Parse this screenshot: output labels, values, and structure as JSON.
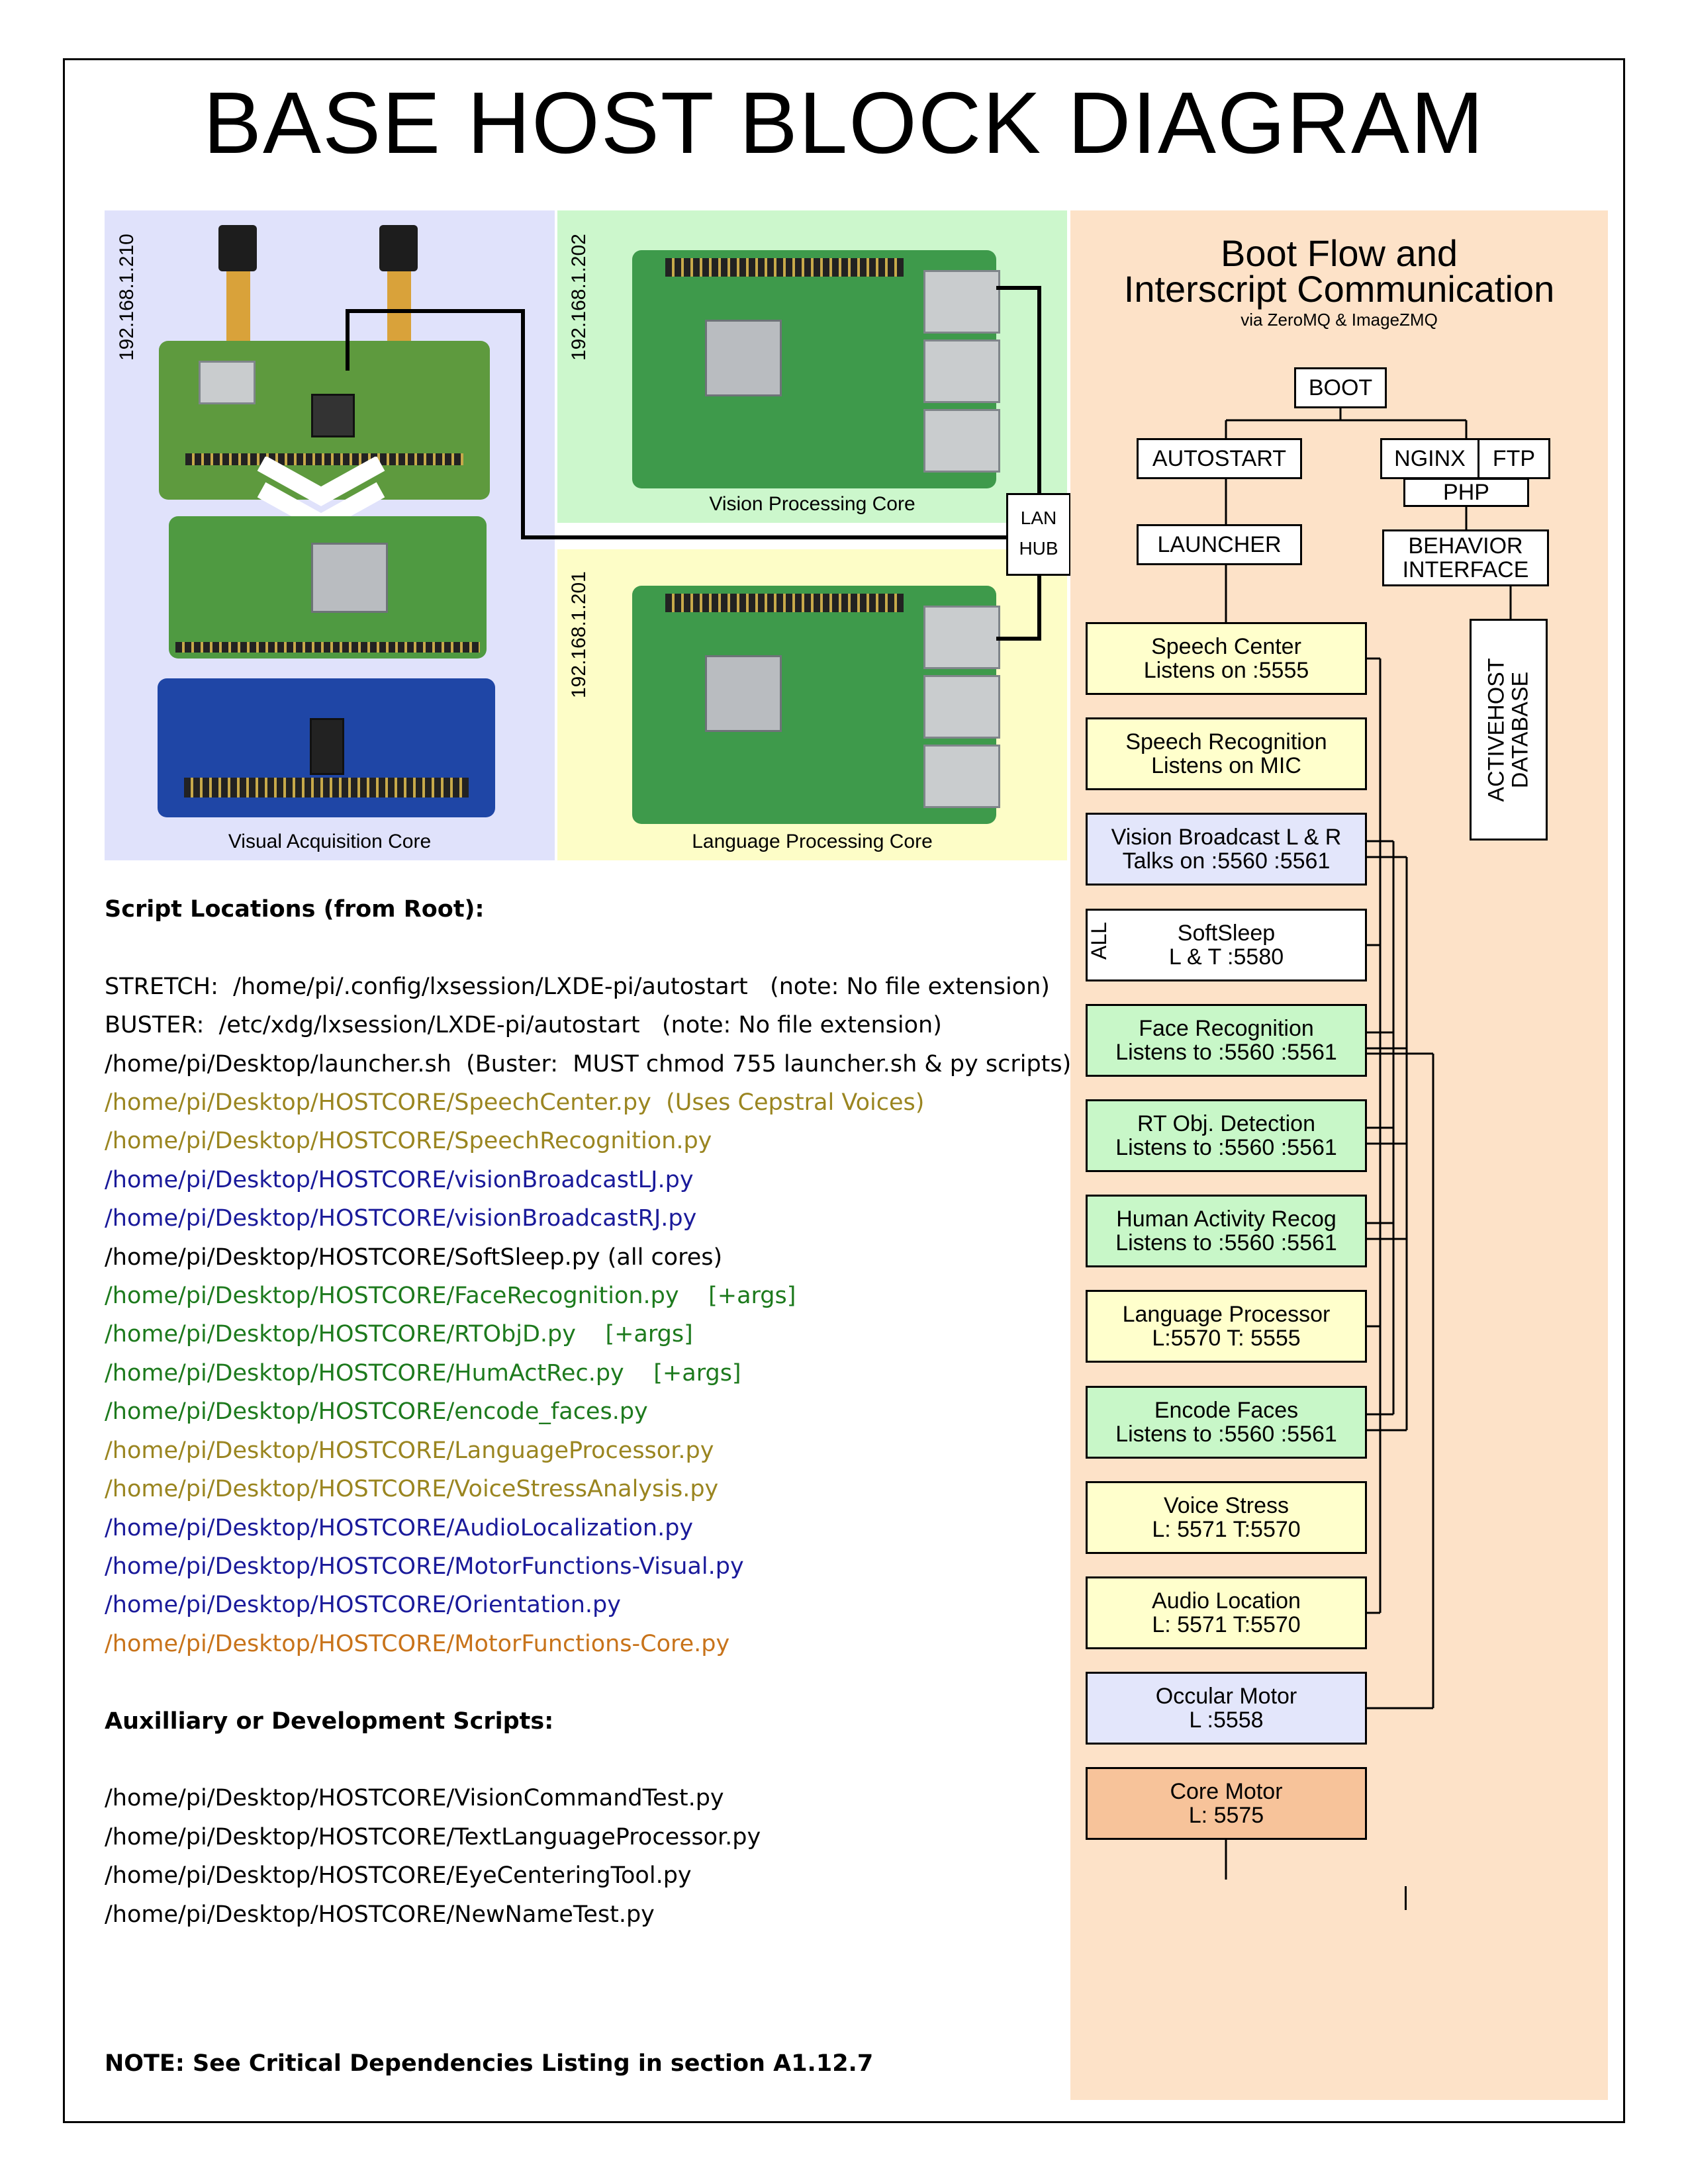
{
  "title": "BASE HOST BLOCK DIAGRAM",
  "panels": {
    "visual": {
      "ip": "192.168.1.210",
      "caption": "Visual Acquisition Core",
      "color": "#e0e2fb"
    },
    "vision": {
      "ip": "192.168.1.202",
      "caption": "Vision Processing Core",
      "color": "#ccf7cc"
    },
    "language": {
      "ip": "192.168.1.201",
      "caption": "Language Processing Core",
      "color": "#fdfdc7"
    }
  },
  "lan_hub": {
    "line1": "LAN",
    "line2": "HUB"
  },
  "scripts": {
    "header": "Script Locations (from Root):",
    "lines": [
      {
        "text": "STRETCH:  /home/pi/.config/lxsession/LXDE-pi/autostart   (note: No file extension)",
        "color": "#000000"
      },
      {
        "text": "BUSTER:  /etc/xdg/lxsession/LXDE-pi/autostart   (note: No file extension)",
        "color": "#000000"
      },
      {
        "text": "/home/pi/Desktop/launcher.sh  (Buster:  MUST chmod 755 launcher.sh & py scripts)",
        "color": "#000000"
      },
      {
        "text": "/home/pi/Desktop/HOSTCORE/SpeechCenter.py  (Uses Cepstral Voices)",
        "color": "#9a8520"
      },
      {
        "text": "/home/pi/Desktop/HOSTCORE/SpeechRecognition.py",
        "color": "#9a8520"
      },
      {
        "text": "/home/pi/Desktop/HOSTCORE/visionBroadcastLJ.py",
        "color": "#1a1a9a"
      },
      {
        "text": "/home/pi/Desktop/HOSTCORE/visionBroadcastRJ.py",
        "color": "#1a1a9a"
      },
      {
        "text": "/home/pi/Desktop/HOSTCORE/SoftSleep.py (all cores)",
        "color": "#000000"
      },
      {
        "text": "/home/pi/Desktop/HOSTCORE/FaceRecognition.py    [+args]",
        "color": "#1d7a1d"
      },
      {
        "text": "/home/pi/Desktop/HOSTCORE/RTObjD.py    [+args]",
        "color": "#1d7a1d"
      },
      {
        "text": "/home/pi/Desktop/HOSTCORE/HumActRec.py    [+args]",
        "color": "#1d7a1d"
      },
      {
        "text": "/home/pi/Desktop/HOSTCORE/encode_faces.py",
        "color": "#1d7a1d"
      },
      {
        "text": "/home/pi/Desktop/HOSTCORE/LanguageProcessor.py",
        "color": "#9a8520"
      },
      {
        "text": "/home/pi/Desktop/HOSTCORE/VoiceStressAnalysis.py",
        "color": "#9a8520"
      },
      {
        "text": "/home/pi/Desktop/HOSTCORE/AudioLocalization.py",
        "color": "#1a1a9a"
      },
      {
        "text": "/home/pi/Desktop/HOSTCORE/MotorFunctions-Visual.py",
        "color": "#1a1a9a"
      },
      {
        "text": "/home/pi/Desktop/HOSTCORE/Orientation.py",
        "color": "#1a1a9a"
      },
      {
        "text": "/home/pi/Desktop/HOSTCORE/MotorFunctions-Core.py",
        "color": "#c8731a"
      }
    ],
    "aux_header": "Auxilliary or Development Scripts:",
    "aux_lines": [
      "/home/pi/Desktop/HOSTCORE/VisionCommandTest.py",
      "/home/pi/Desktop/HOSTCORE/TextLanguageProcessor.py",
      "/home/pi/Desktop/HOSTCORE/EyeCenteringTool.py",
      "/home/pi/Desktop/HOSTCORE/NewNameTest.py"
    ],
    "note": "NOTE:  See Critical Dependencies Listing in section A1.12.7"
  },
  "flow": {
    "title_line1": "Boot Flow and",
    "title_line2": "Interscript Communication",
    "subtitle": "via ZeroMQ & ImageZMQ",
    "boot": "BOOT",
    "autostart": "AUTOSTART",
    "nginx": "NGINX",
    "ftp": "FTP",
    "php": "PHP",
    "launcher": "LAUNCHER",
    "behavior_line1": "BEHAVIOR",
    "behavior_line2": "INTERFACE",
    "database_line1": "ACTIVEHOST",
    "database_line2": "DATABASE",
    "all_label": "ALL",
    "modules": [
      {
        "line1": "Speech Center",
        "line2": "Listens on :5555",
        "style": "yellow"
      },
      {
        "line1": "Speech Recognition",
        "line2": "Listens on MIC",
        "style": "yellow"
      },
      {
        "line1": "Vision Broadcast L & R",
        "line2": "Talks on :5560 :5561",
        "style": "blue"
      },
      {
        "line1": "SoftSleep",
        "line2": "L & T :5580",
        "style": "white"
      },
      {
        "line1": "Face Recognition",
        "line2": "Listens to :5560 :5561",
        "style": "green"
      },
      {
        "line1": "RT Obj. Detection",
        "line2": "Listens to :5560 :5561",
        "style": "green"
      },
      {
        "line1": "Human Activity Recog",
        "line2": "Listens to :5560 :5561",
        "style": "green"
      },
      {
        "line1": "Language Processor",
        "line2": "L:5570  T: 5555",
        "style": "yellow"
      },
      {
        "line1": "Encode Faces",
        "line2": "Listens to :5560 :5561",
        "style": "green"
      },
      {
        "line1": "Voice Stress",
        "line2": "L: 5571  T:5570",
        "style": "yellow"
      },
      {
        "line1": "Audio Location",
        "line2": "L: 5571  T:5570",
        "style": "yellow"
      },
      {
        "line1": "Occular Motor",
        "line2": "L :5558",
        "style": "blue"
      },
      {
        "line1": "Core Motor",
        "line2": "L:  5575",
        "style": "orange"
      }
    ]
  }
}
